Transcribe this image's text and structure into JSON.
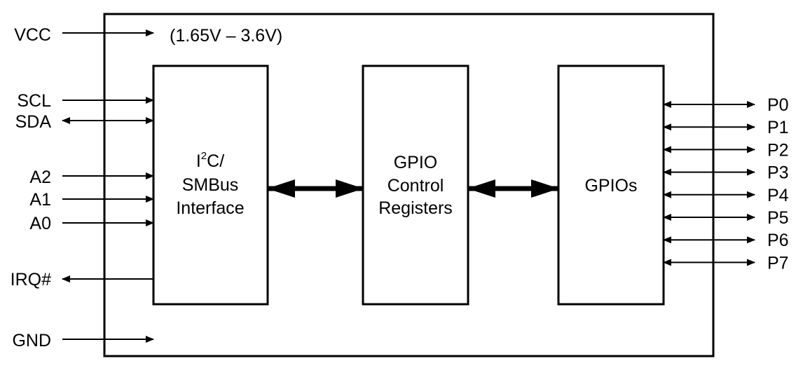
{
  "supply_range": "(1.65V – 3.6V)",
  "left_pins": {
    "vcc": "VCC",
    "scl": "SCL",
    "sda": "SDA",
    "a2": "A2",
    "a1": "A1",
    "a0": "A0",
    "irq": "IRQ#",
    "gnd": "GND"
  },
  "blocks": {
    "interface": {
      "line1_main": "I",
      "line1_sup": "2",
      "line1_rest": "C/",
      "line2": "SMBus",
      "line3": "Interface"
    },
    "registers": {
      "line1": "GPIO",
      "line2": "Control",
      "line3": "Registers"
    },
    "gpios": {
      "line1": "GPIOs"
    }
  },
  "right_pins": [
    "P0",
    "P1",
    "P2",
    "P3",
    "P4",
    "P5",
    "P6",
    "P7"
  ]
}
